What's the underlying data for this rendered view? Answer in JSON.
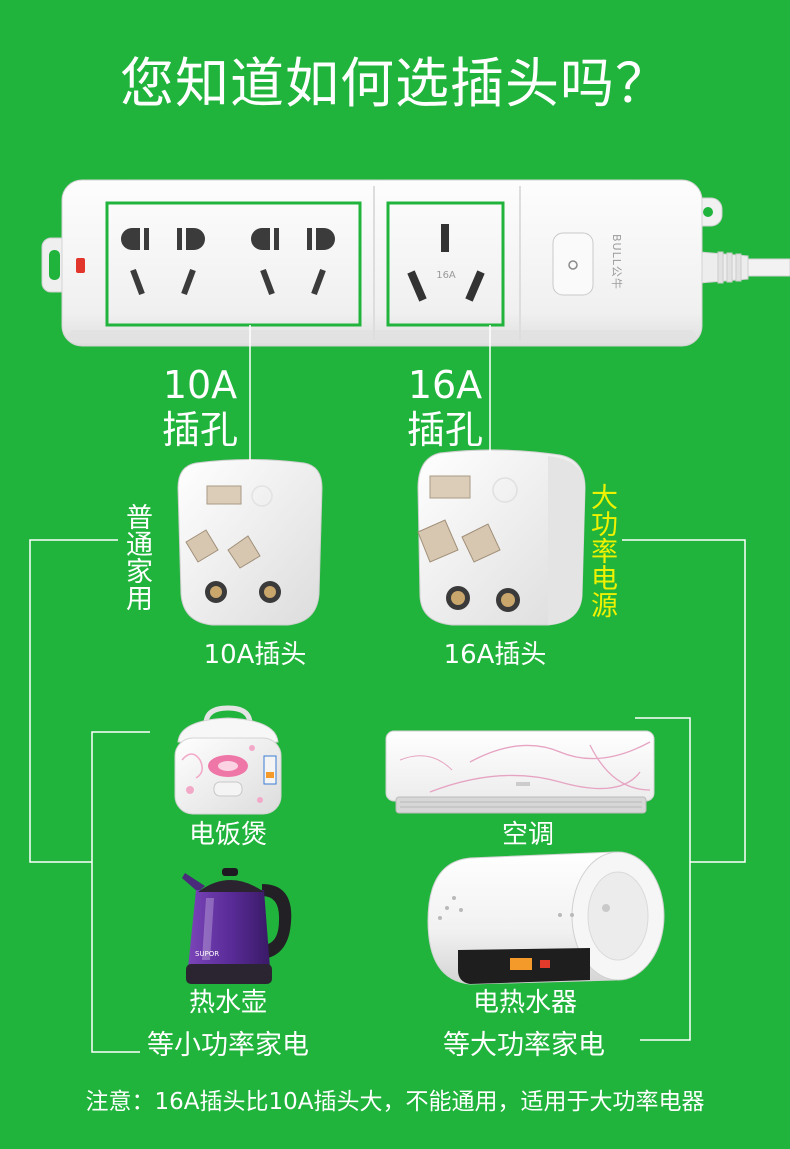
{
  "title": "您知道如何选插头吗？",
  "power_strip": {
    "brand": "BULL公牛",
    "socket_16a_marking": "16A"
  },
  "sockets": {
    "s10a": {
      "amp": "10A",
      "label": "插孔"
    },
    "s16a": {
      "amp": "16A",
      "label": "插孔"
    }
  },
  "categories": {
    "normal": "普通家用",
    "high_power": "大功率电源"
  },
  "plugs": {
    "p10a": "10A插头",
    "p16a": "16A插头"
  },
  "appliances": {
    "small": {
      "items": [
        "电饭煲",
        "热水壶"
      ],
      "summary": "等小功率家电"
    },
    "large": {
      "items": [
        "空调",
        "电热水器"
      ],
      "summary": "等大功率家电"
    }
  },
  "product_logos": {
    "kettle": "SUPOR"
  },
  "note": "注意：16A插头比10A插头大，不能通用，适用于大功率电器",
  "colors": {
    "background": "#20b43c",
    "text": "#ffffff",
    "highlight": "#eef200",
    "line": "#ffffff"
  },
  "icons": [
    "power-strip",
    "plug-10a",
    "plug-16a",
    "rice-cooker",
    "air-conditioner",
    "kettle",
    "water-heater"
  ]
}
